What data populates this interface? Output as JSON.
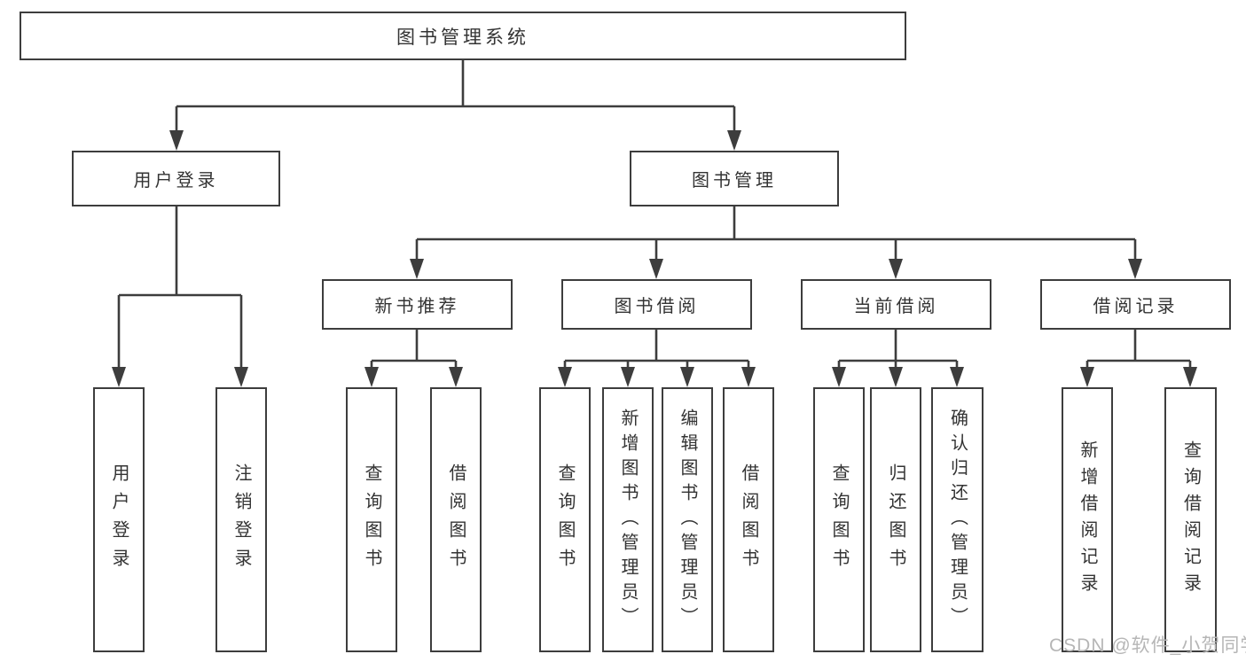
{
  "title": "图书管理系统",
  "level2": {
    "user_login": "用户登录",
    "book_management": "图书管理"
  },
  "level3": {
    "new_book_recommend": "新书推荐",
    "book_borrow": "图书借阅",
    "current_borrow": "当前借阅",
    "borrow_records": "借阅记录"
  },
  "leaves": {
    "user_login": [
      "用户登录",
      "注销登录"
    ],
    "new_book_recommend": [
      "查询图书",
      "借阅图书"
    ],
    "book_borrow": [
      "查询图书",
      "新增图书（管理员）",
      "编辑图书（管理员）",
      "借阅图书"
    ],
    "current_borrow": [
      "查询图书",
      "归还图书",
      "确认归还（管理员）"
    ],
    "borrow_records": [
      "新增借阅记录",
      "查询借阅记录"
    ]
  },
  "watermark": "CSDN @软件_小贺同学",
  "colors": {
    "line": "#3d3d3d",
    "border": "#3d3d3d",
    "text": "#333333",
    "watermark": "#b6b6b6",
    "background": "#ffffff"
  }
}
